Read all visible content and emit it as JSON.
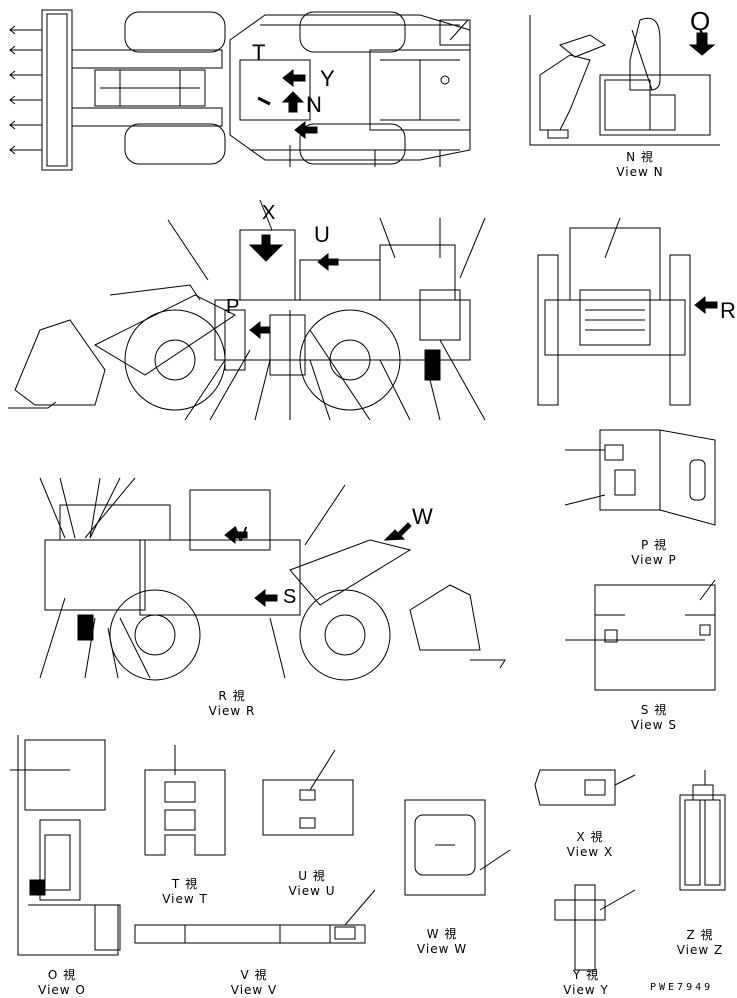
{
  "views": {
    "n": {
      "jp": "N 視",
      "en": "View N"
    },
    "p": {
      "jp": "P 視",
      "en": "View P"
    },
    "r": {
      "jp": "R 視",
      "en": "View R"
    },
    "s": {
      "jp": "S 視",
      "en": "View S"
    },
    "t": {
      "jp": "T 視",
      "en": "View T"
    },
    "u": {
      "jp": "U 視",
      "en": "View U"
    },
    "v": {
      "jp": "V 視",
      "en": "View V"
    },
    "w": {
      "jp": "W 視",
      "en": "View W"
    },
    "x": {
      "jp": "X 視",
      "en": "View X"
    },
    "y": {
      "jp": "Y 視",
      "en": "View Y"
    },
    "z": {
      "jp": "Z 視",
      "en": "View Z"
    },
    "o": {
      "jp": "O 視",
      "en": "View O"
    }
  },
  "markers": {
    "q": "Q",
    "t": "T",
    "y": "Y",
    "n": "N",
    "x": "X",
    "u": "U",
    "p": "P",
    "r": "R",
    "w": "W",
    "v": "V",
    "s": "S"
  },
  "drawing_code": "PWE7949"
}
